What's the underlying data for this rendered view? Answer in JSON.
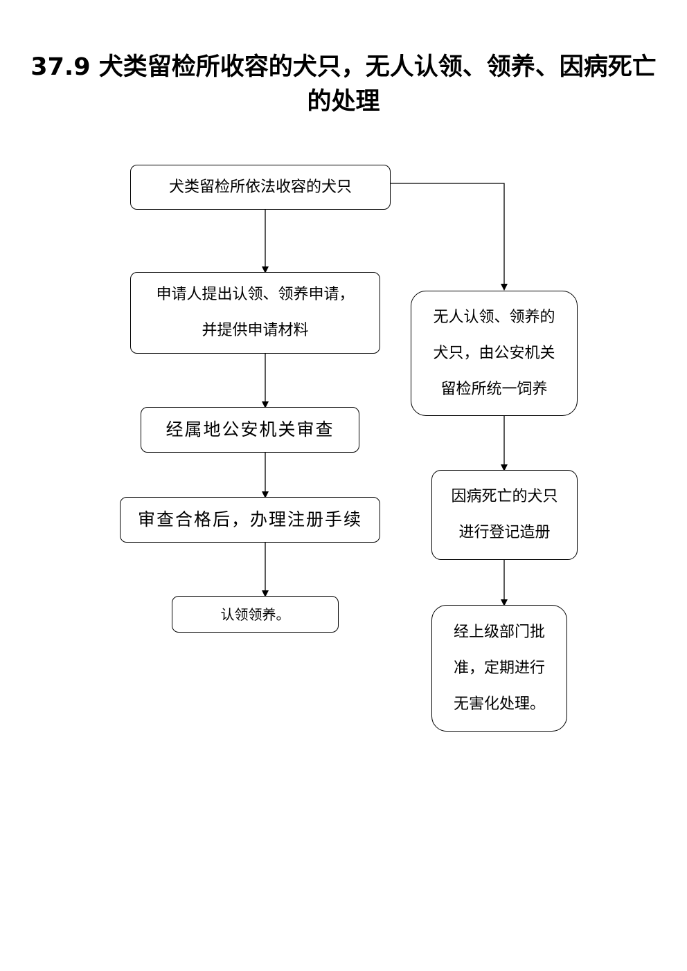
{
  "title": {
    "line1": "37.9 犬类留检所收容的犬只，无人认领、领养、因病死亡",
    "line2": "的处理"
  },
  "flow": {
    "start": "犬类留检所依法收容的犬只",
    "left": {
      "apply_line1": "申请人提出认领、领养申请，",
      "apply_line2": "并提供申请材料",
      "review": "经属地公安机关审查",
      "register": "审查合格后，办理注册手续",
      "end": "认领领养。"
    },
    "right": {
      "unclaimed_line1": "无人认领、领养的",
      "unclaimed_line2": "犬只，由公安机关",
      "unclaimed_line3": "留检所统一饲养",
      "dead_line1": "因病死亡的犬只",
      "dead_line2": "进行登记造册",
      "dispose_line1": "经上级部门批",
      "dispose_line2": "准，定期进行",
      "dispose_line3": "无害化处理。"
    }
  }
}
